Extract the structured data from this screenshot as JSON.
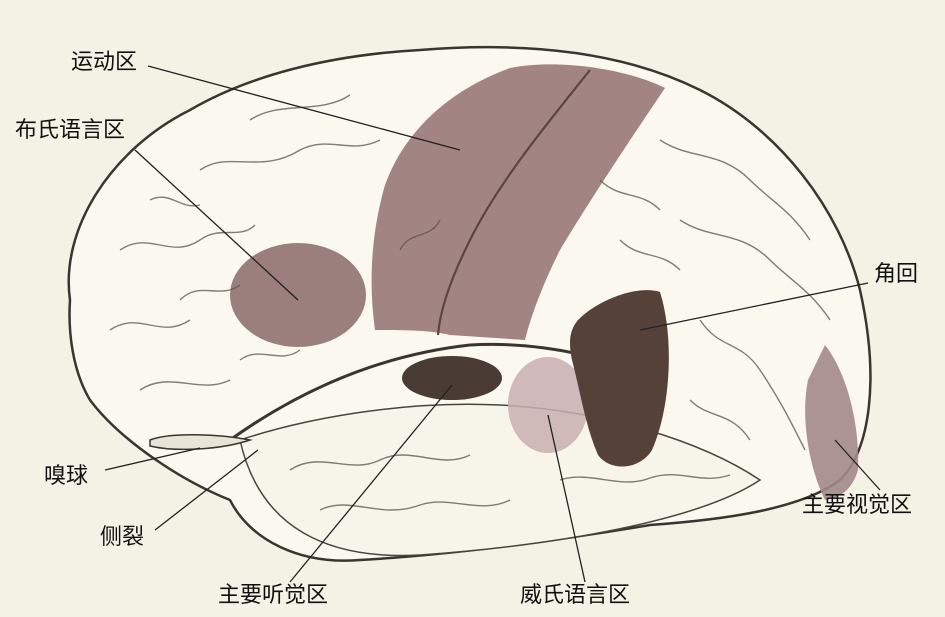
{
  "labels": {
    "motor_area": "运动区",
    "broca_area": "布氏语言区",
    "olfactory_bulb": "嗅球",
    "lateral_fissure": "侧裂",
    "primary_auditory": "主要听觉区",
    "wernicke_area": "威氏语言区",
    "angular_gyrus": "角回",
    "primary_visual": "主要视觉区"
  },
  "colors": {
    "background": "#f4f2e4",
    "brain_fill": "#faf8ef",
    "brain_outline": "#3a3530",
    "motor_area": "#9a7b78",
    "broca_area": "#8f7170",
    "auditory_area": "#4a3b35",
    "angular_gyrus": "#564138",
    "wernicke_area": "#c8aeb0",
    "visual_area": "#a48889",
    "leader_line": "#222222"
  }
}
